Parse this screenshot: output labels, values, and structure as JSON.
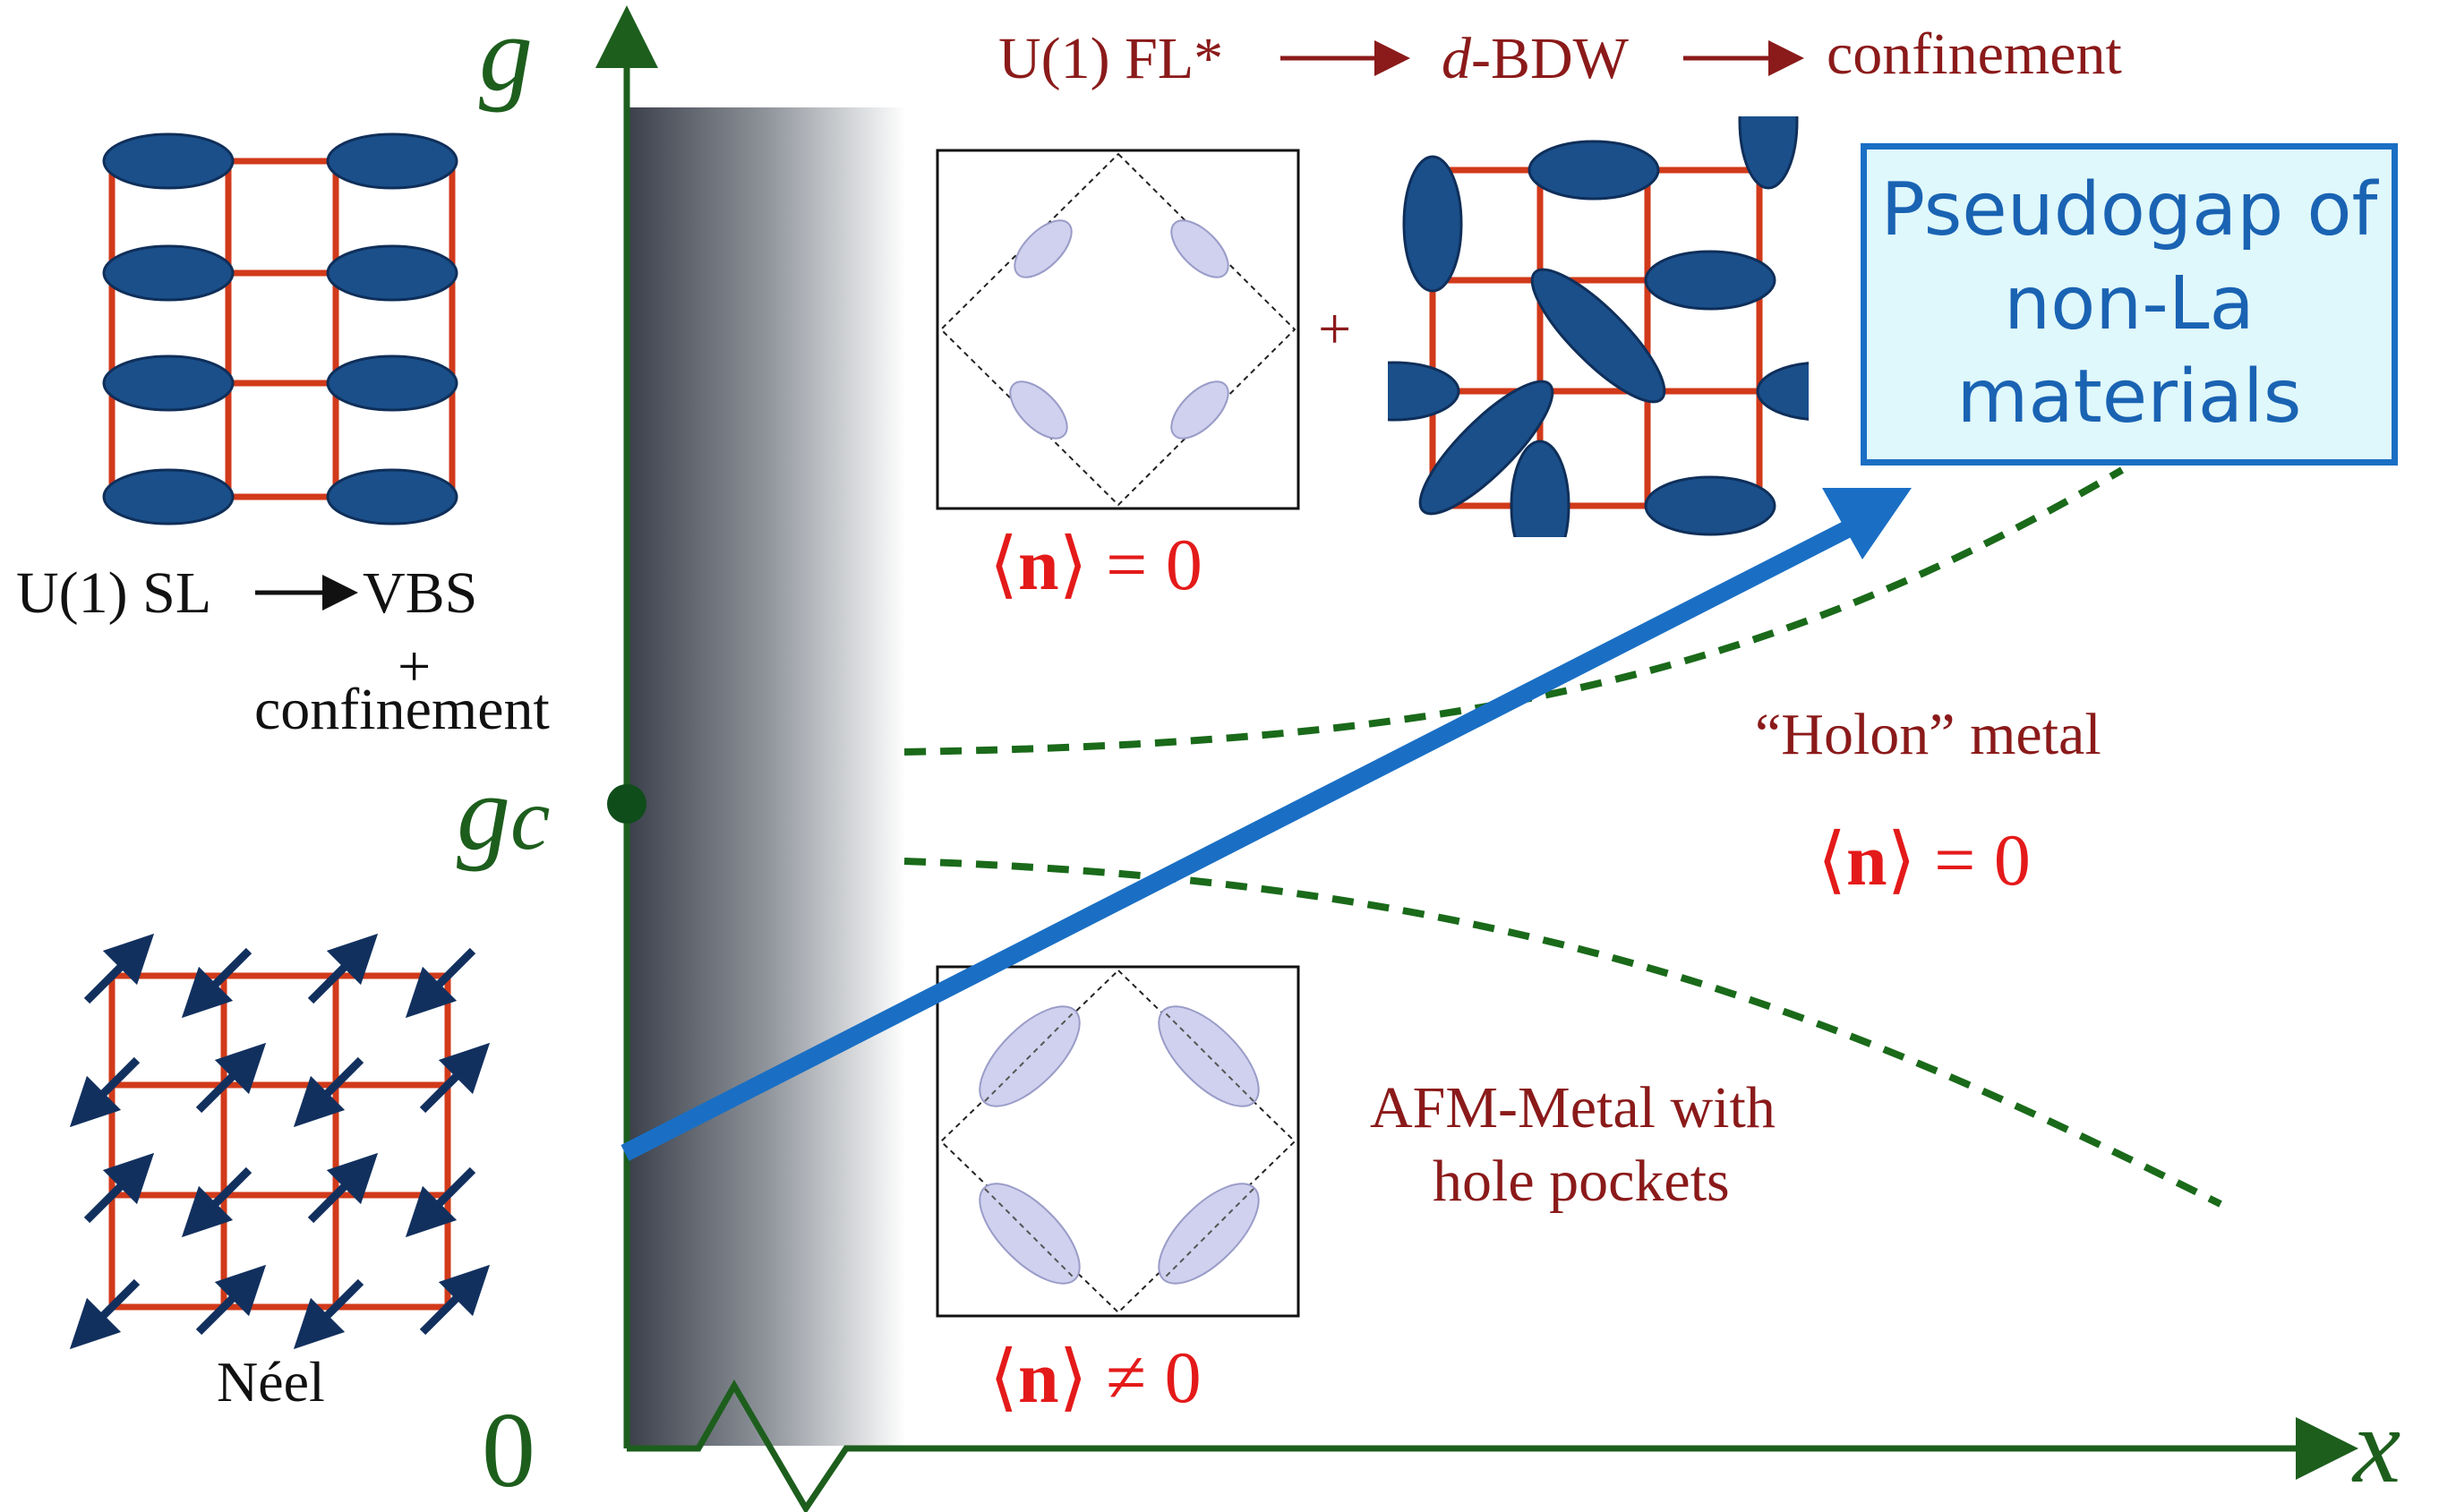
{
  "axes": {
    "y_label": "g",
    "x_label": "x",
    "origin_label": "0",
    "critical_label": "g",
    "critical_subscript": "c"
  },
  "top_sequence": {
    "step1": "U(1) FL*",
    "step2_italic": "d",
    "step2_rest": "-BDW",
    "step3": "confinement"
  },
  "left_upper": {
    "line1_a": "U(1) SL",
    "line1_b": "VBS",
    "plus": "+",
    "line3": "confinement"
  },
  "left_lower": {
    "label": "Néel"
  },
  "order_params": {
    "upper_box": {
      "lhs": "⟨",
      "n": "n",
      "rhs": "⟩ = 0"
    },
    "lower_box": {
      "lhs": "⟨",
      "n": "n",
      "rhs": "⟩ ≠ 0"
    },
    "holon": {
      "lhs": "⟨",
      "n": "n",
      "rhs": "⟩ = 0"
    }
  },
  "phases": {
    "holon_metal": "“Holon” metal",
    "afm_line1": "AFM-Metal with",
    "afm_line2": "hole pockets"
  },
  "plus_sign": "+",
  "pseudogap_box": {
    "line1": "Pseudogap of",
    "line2": "non-La",
    "line3": "materials"
  },
  "colors": {
    "axis": "#1d5e1d",
    "lattice_bond": "#d13a1a",
    "dimer": "#1a4f8a",
    "spin_arrow": "#12305e",
    "label_dark_red": "#8b1a1a",
    "order_param_red": "#e41a1a",
    "trajectory_blue": "#1a6fc4",
    "box_fill": "#dff8fb",
    "pocket_fill": "#cfd1ee"
  }
}
